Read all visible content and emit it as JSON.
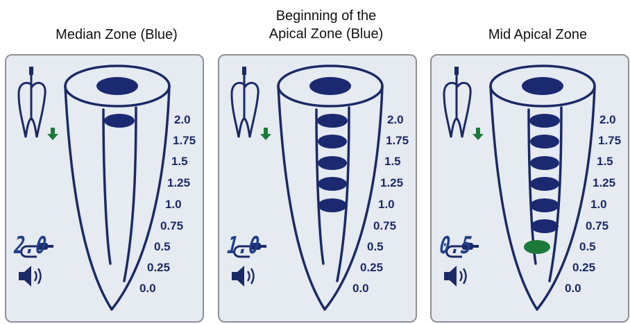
{
  "panels": [
    {
      "title": [
        "Median Zone (Blue)"
      ],
      "reading": "2.0",
      "active_blue_markers": 1,
      "green_marker": false
    },
    {
      "title": [
        "Beginning of the",
        "Apical Zone (Blue)"
      ],
      "reading": "1.0",
      "active_blue_markers": 5,
      "green_marker": false
    },
    {
      "title": [
        "Mid Apical Zone"
      ],
      "reading": "0.5",
      "active_blue_markers": 6,
      "green_marker": true
    }
  ],
  "scale_labels": [
    "2.0",
    "1.75",
    "1.5",
    "1.25",
    "1.0",
    "0.75",
    "0.5",
    "0.25",
    "0.0"
  ],
  "icons": [
    "tooth-file-icon",
    "down-arrow-icon",
    "file-clip-cable-icon",
    "speaker-icon"
  ],
  "colors": {
    "panel_bg": "#e6eaf1",
    "ink": "#1b2a66",
    "blue_marker": "#1b2a70",
    "green_marker": "#1b7a3a",
    "arrow": "#1b7a3a"
  }
}
